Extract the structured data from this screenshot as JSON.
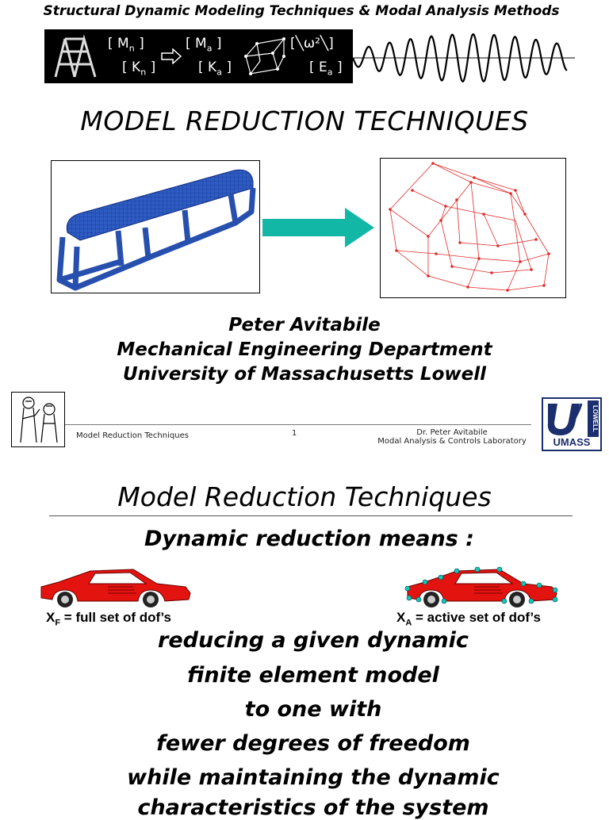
{
  "slide1": {
    "header_title": "Structural Dynamic Modeling Techniques & Modal Analysis Methods",
    "banner": {
      "mn": "M",
      "mn_sub": "n",
      "kn": "K",
      "kn_sub": "n",
      "ma": "M",
      "ma_sub": "a",
      "ka": "K",
      "ka_sub": "a",
      "omega": "╲ω²╲",
      "ea": "E",
      "ea_sub": "a"
    },
    "title": "MODEL REDUCTION TECHNIQUES",
    "author": "Peter Avitabile",
    "department": "Mechanical Engineering Department",
    "university": "University of Massachusetts Lowell",
    "footer": {
      "left": "Model Reduction Techniques",
      "page": "1",
      "right_line1": "Dr. Peter Avitabile",
      "right_line2": "Modal Analysis & Controls Laboratory",
      "logo_text": "UMASS",
      "logo_side": "LOWELL"
    }
  },
  "slide2": {
    "title": "Model Reduction Techniques",
    "subtitle": "Dynamic reduction means :",
    "caption_full": {
      "x": "X",
      "sub": "F",
      "rest": " = full set of dof’s"
    },
    "caption_active": {
      "x": "X",
      "sub": "A",
      "rest": " = active set of dof’s"
    },
    "lines": [
      "reducing a given dynamic",
      "finite element model",
      "to one with",
      "fewer degrees of freedom",
      "while maintaining the dynamic",
      "characteristics of the system"
    ]
  },
  "colors": {
    "fe_blue": "#2a56b8",
    "arrow_teal": "#12b7a6",
    "wire_red": "#e02a2a",
    "car_red": "#e3140f"
  }
}
